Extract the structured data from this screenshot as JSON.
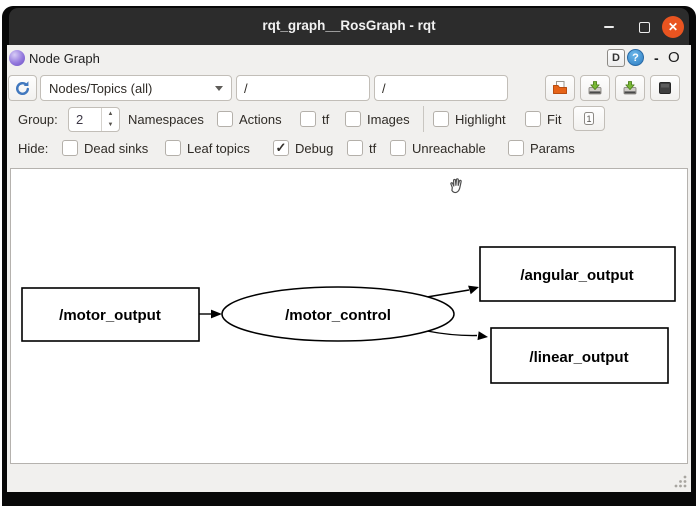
{
  "window": {
    "title": "rqt_graph__RosGraph - rqt",
    "close_glyph": "✕"
  },
  "panel": {
    "title": "Node Graph",
    "dock_letter": "D",
    "help_glyph": "?",
    "collapse_glyph": "-",
    "float_glyph": "O"
  },
  "toolbar": {
    "graph_type_value": "Nodes/Topics (all)",
    "node_filter_value": "/",
    "topic_filter_value": "/",
    "icons": [
      "refresh-icon",
      "open-file-icon",
      "save-dot-icon",
      "save-svg-icon",
      "save-image-icon"
    ]
  },
  "options_row": {
    "group_label": "Group:",
    "group_value": "2",
    "namespaces_label": "Namespaces",
    "checkboxes": [
      {
        "label": "Actions",
        "checked": false
      },
      {
        "label": "tf",
        "checked": false
      },
      {
        "label": "Images",
        "checked": false
      },
      {
        "label": "Highlight",
        "checked": false
      },
      {
        "label": "Fit",
        "checked": false
      }
    ],
    "fit_button_icon": "zoom-original-icon"
  },
  "hide_row": {
    "label": "Hide:",
    "checkboxes": [
      {
        "label": "Dead sinks",
        "checked": false
      },
      {
        "label": "Leaf topics",
        "checked": false
      },
      {
        "label": "Debug",
        "checked": true
      },
      {
        "label": "tf",
        "checked": false
      },
      {
        "label": "Unreachable",
        "checked": false
      },
      {
        "label": "Params",
        "checked": false
      }
    ]
  },
  "graph": {
    "cursor": "open-hand-icon",
    "nodes": [
      {
        "label": "/motor_output",
        "shape": "box"
      },
      {
        "label": "/motor_control",
        "shape": "ellipse"
      },
      {
        "label": "/angular_output",
        "shape": "box"
      },
      {
        "label": "/linear_output",
        "shape": "box"
      }
    ],
    "edges": [
      {
        "from": "/motor_output",
        "to": "/motor_control"
      },
      {
        "from": "/motor_control",
        "to": "/angular_output"
      },
      {
        "from": "/motor_control",
        "to": "/linear_output"
      }
    ]
  },
  "colors": {
    "titlebar": "#2c2c2c",
    "close_button": "#e95420",
    "panel_bg": "#f1f0ee",
    "accent_blue": "#4178be",
    "folder_orange": "#e66317",
    "arrow_green": "#78b836"
  }
}
